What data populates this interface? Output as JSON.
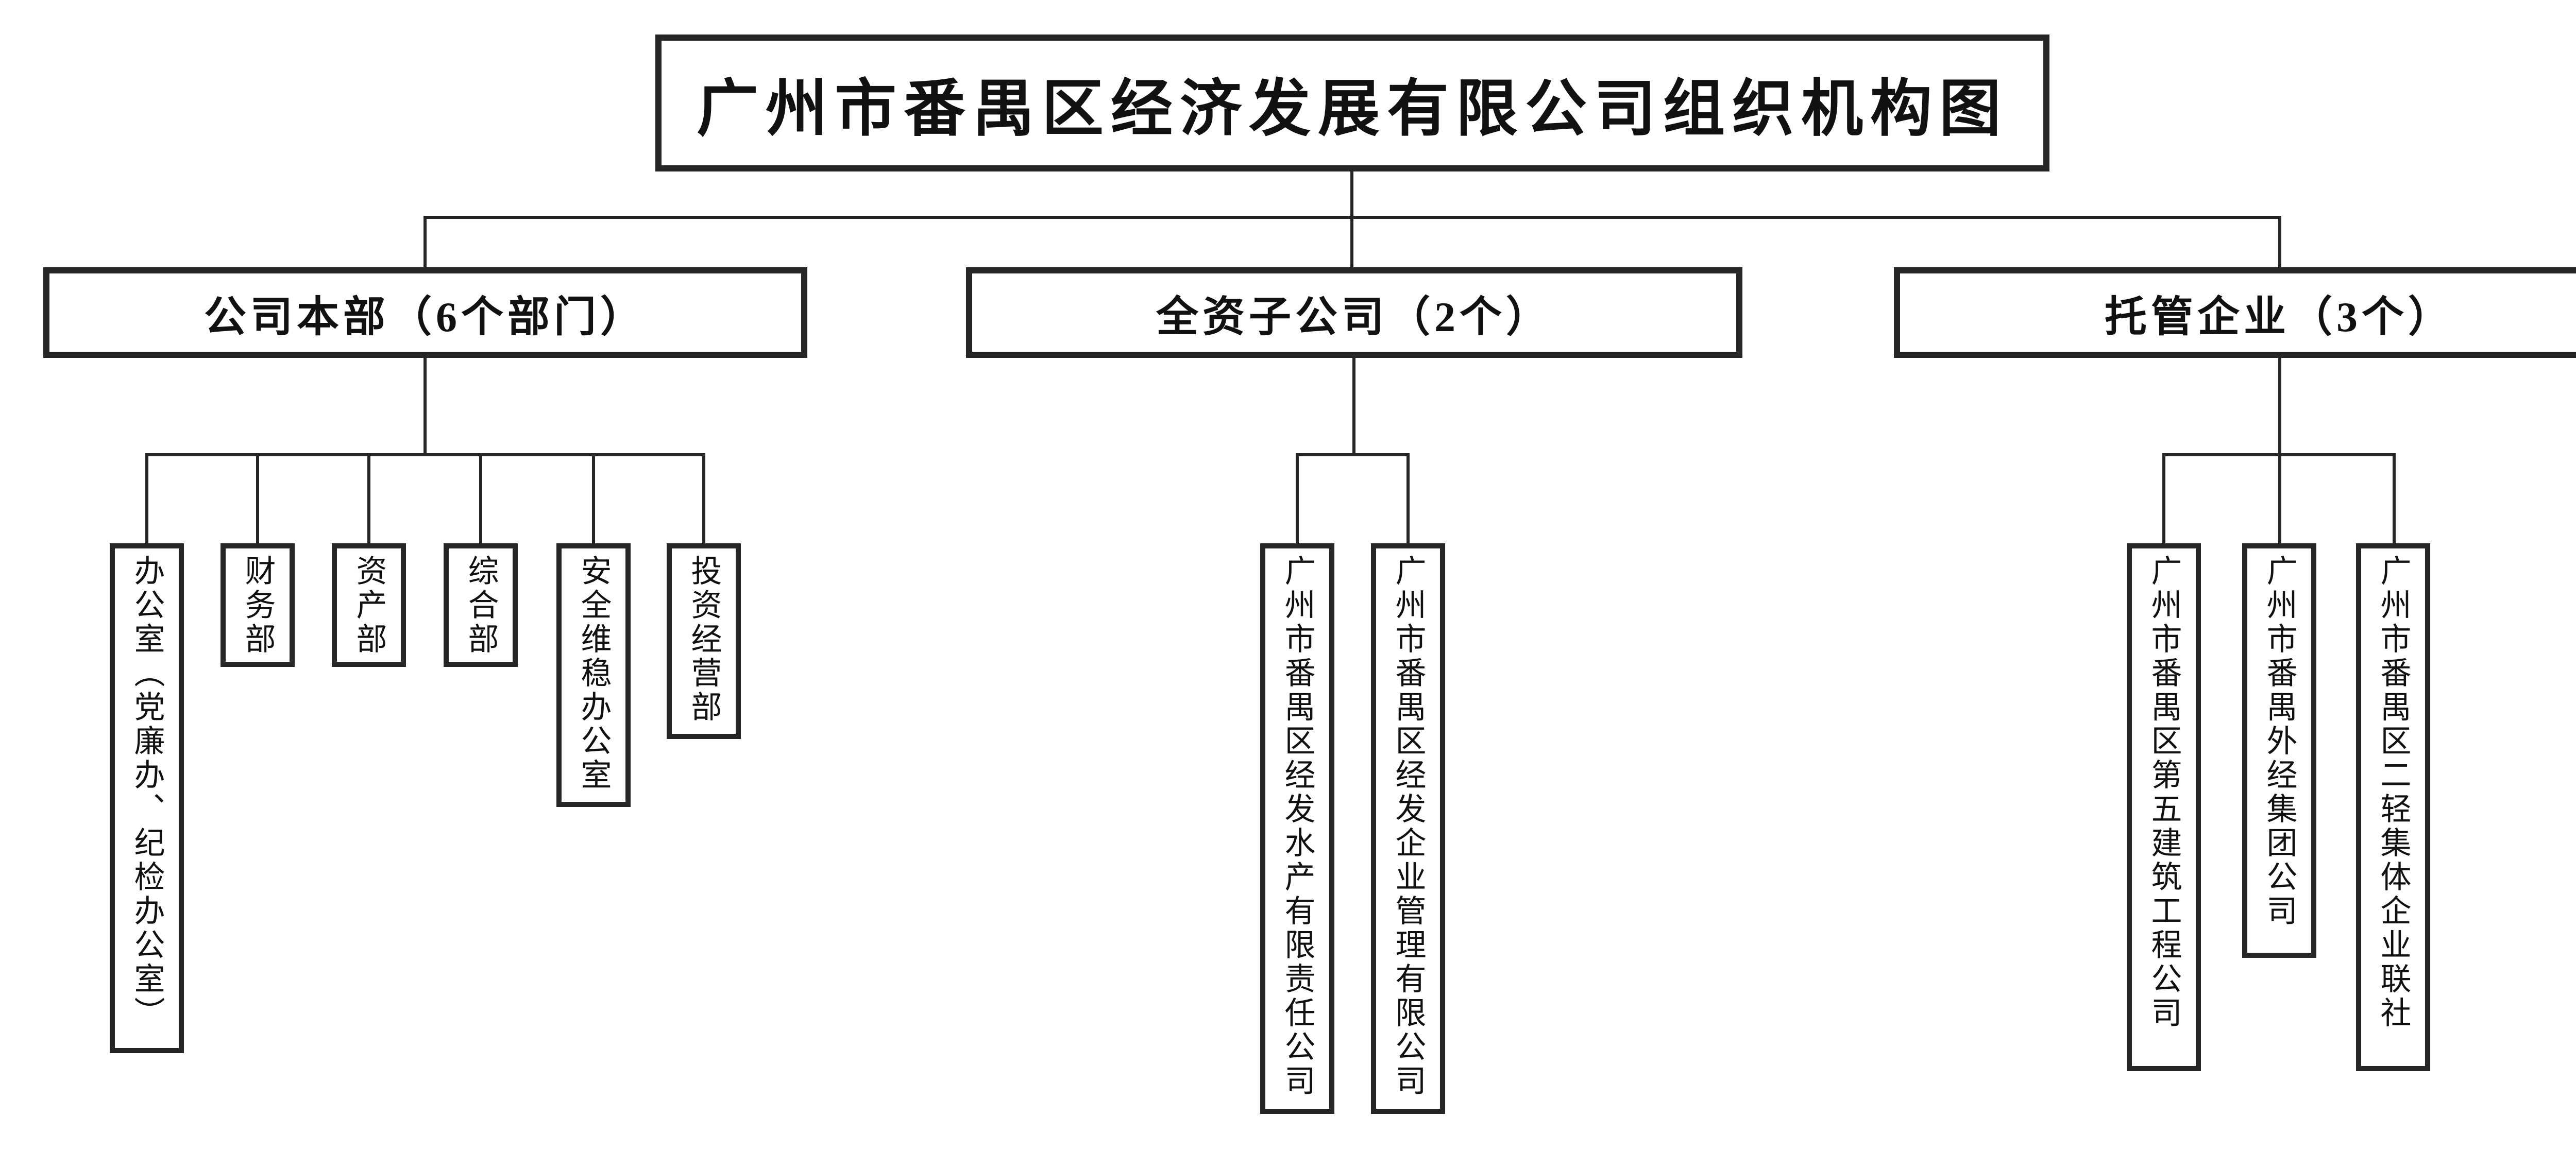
{
  "title": {
    "text": "广州市番禺区经济发展有限公司组织机构图"
  },
  "branches": [
    {
      "label": "公司本部（6个部门）",
      "count_note": "6个部门",
      "children": [
        "办公室（党廉办、纪检办公室）",
        "财务部",
        "资产部",
        "综合部",
        "安全维稳办公室",
        "投资经营部"
      ]
    },
    {
      "label": "全资子公司（2个）",
      "count_note": "2个",
      "children": [
        "广州市番禺区经发水产有限责任公司",
        "广州市番禺区经发企业管理有限公司"
      ]
    },
    {
      "label": "托管企业（3个）",
      "count_note": "3个",
      "children": [
        "广州市番禺区第五建筑工程公司",
        "广州市番禺外经集团公司",
        "广州市番禺区二轻集体企业联社"
      ]
    }
  ],
  "colors": {
    "line": "#262626",
    "background": "#ffffff",
    "text": "#111111"
  }
}
